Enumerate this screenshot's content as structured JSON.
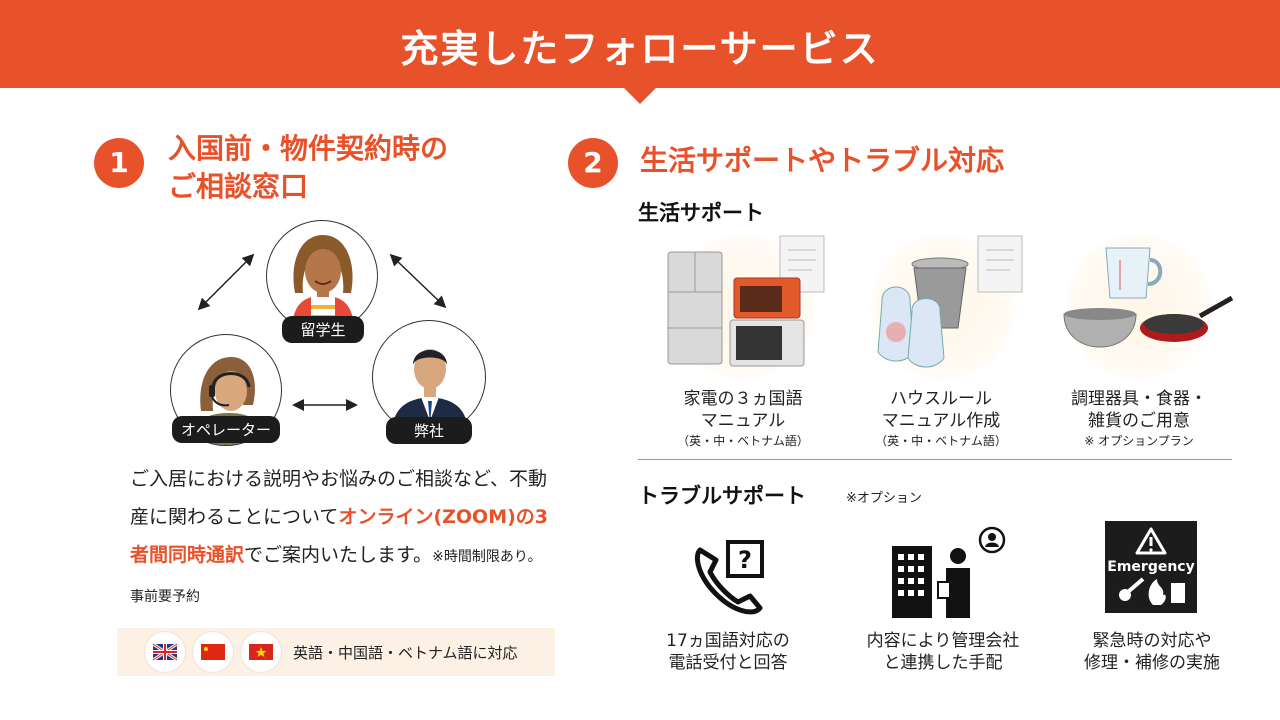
{
  "header": {
    "title": "充実したフォローサービス"
  },
  "section1": {
    "number": "1",
    "title_line1": "入国前・物件契約時の",
    "title_line2": "ご相談窓口",
    "roles": {
      "student": "留学生",
      "operator": "オペレーター",
      "company": "弊社"
    },
    "body": {
      "part1": "ご入居における説明やお悩みのご相談など、不動産に関わることについて",
      "highlight": "オンライン(ZOOM)の3者間同時通訳",
      "part2": "でご案内いたします。",
      "note": "※時間制限あり。事前要予約"
    },
    "languages": {
      "flags": [
        "uk-flag",
        "china-flag",
        "vietnam-flag"
      ],
      "text": "英語・中国語・ベトナム語に対応"
    }
  },
  "section2": {
    "number": "2",
    "title": "生活サポートやトラブル対応",
    "life": {
      "heading": "生活サポート",
      "items": [
        {
          "line1": "家電の３ヵ国語",
          "line2": "マニュアル",
          "sub": "（英・中・ベトナム語）"
        },
        {
          "line1": "ハウスルール",
          "line2": "マニュアル作成",
          "sub": "（英・中・ベトナム語）"
        },
        {
          "line1": "調理器具・食器・",
          "line2": "雑貨のご用意",
          "sub": "※ オプションプラン"
        }
      ]
    },
    "trouble": {
      "heading": "トラブルサポート",
      "note": "※オプション",
      "emergency_label": "Emergency",
      "items": [
        {
          "line1": "17ヵ国語対応の",
          "line2": "電話受付と回答"
        },
        {
          "line1": "内容により管理会社",
          "line2": "と連携した手配"
        },
        {
          "line1": "緊急時の対応や",
          "line2": "修理・補修の実施"
        }
      ]
    }
  },
  "colors": {
    "accent": "#e8522a",
    "dark": "#1c1c1c",
    "lang_bg": "#fdf1e6"
  }
}
